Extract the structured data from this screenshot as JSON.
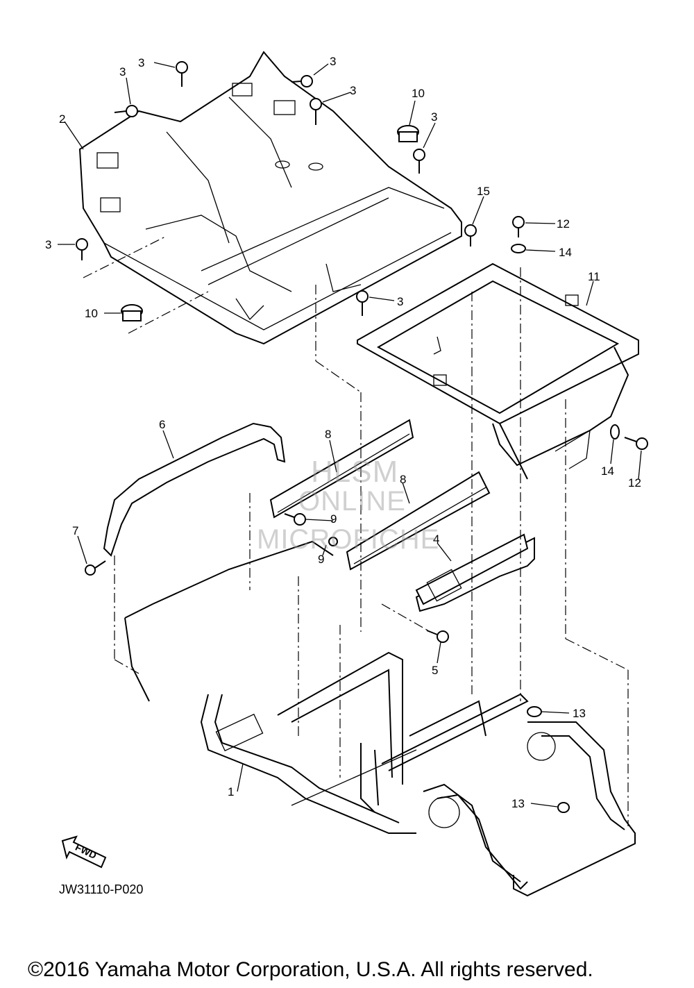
{
  "diagram": {
    "callouts": [
      {
        "id": "c1",
        "label": "1"
      },
      {
        "id": "c2",
        "label": "2"
      },
      {
        "id": "c3a",
        "label": "3"
      },
      {
        "id": "c3b",
        "label": "3"
      },
      {
        "id": "c3c",
        "label": "3"
      },
      {
        "id": "c3d",
        "label": "3"
      },
      {
        "id": "c3e",
        "label": "3"
      },
      {
        "id": "c3f",
        "label": "3"
      },
      {
        "id": "c3g",
        "label": "3"
      },
      {
        "id": "c4",
        "label": "4"
      },
      {
        "id": "c5",
        "label": "5"
      },
      {
        "id": "c6",
        "label": "6"
      },
      {
        "id": "c7",
        "label": "7"
      },
      {
        "id": "c8a",
        "label": "8"
      },
      {
        "id": "c8b",
        "label": "8"
      },
      {
        "id": "c9a",
        "label": "9"
      },
      {
        "id": "c9b",
        "label": "9"
      },
      {
        "id": "c10a",
        "label": "10"
      },
      {
        "id": "c10b",
        "label": "10"
      },
      {
        "id": "c11",
        "label": "11"
      },
      {
        "id": "c12a",
        "label": "12"
      },
      {
        "id": "c12b",
        "label": "12"
      },
      {
        "id": "c13a",
        "label": "13"
      },
      {
        "id": "c13b",
        "label": "13"
      },
      {
        "id": "c14a",
        "label": "14"
      },
      {
        "id": "c14b",
        "label": "14"
      },
      {
        "id": "c15",
        "label": "15"
      }
    ],
    "fwd_label": "FWD",
    "part_code": "JW31110-P020",
    "watermark": [
      "HLSM",
      "ONLINE",
      "MICROFICHE"
    ],
    "copyright": "©2016 Yamaha Motor Corporation, U.S.A. All rights reserved."
  }
}
